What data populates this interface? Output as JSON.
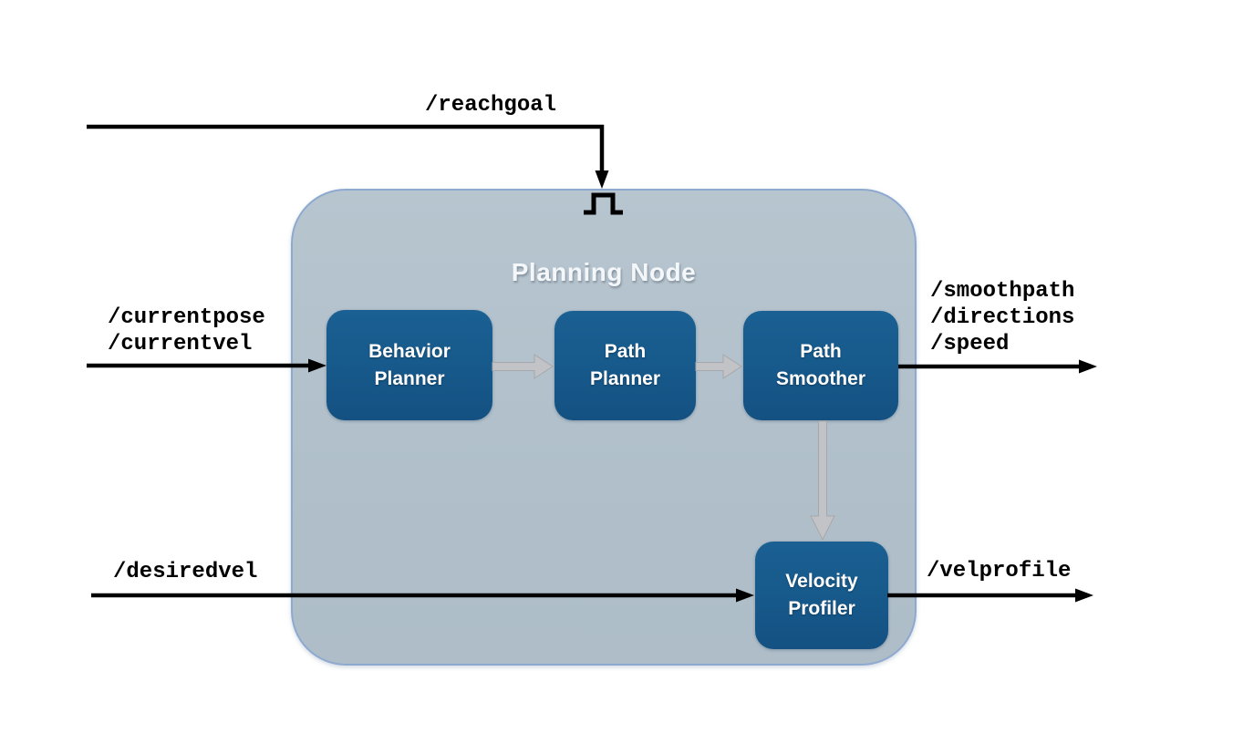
{
  "diagram": {
    "title": "Planning Node",
    "blocks": [
      {
        "id": "behavior-planner",
        "label": "Behavior\nPlanner"
      },
      {
        "id": "path-planner",
        "label": "Path\nPlanner"
      },
      {
        "id": "path-smoother",
        "label": "Path\nSmoother"
      },
      {
        "id": "velocity-profiler",
        "label": "Velocity\nProfiler"
      }
    ],
    "topic_labels": {
      "reachgoal": "/reachgoal",
      "pose_vel_inputs": "/currentpose\n/currentvel",
      "path_outputs": "/smoothpath\n/directions\n/speed",
      "desiredvel": "/desiredvel",
      "velprofile": "/velprofile"
    },
    "icons": {
      "pulse_signal": "square-pulse-icon"
    },
    "colors": {
      "container_fill": "#b2c1cc",
      "container_border": "#8ea9d0",
      "block_fill": "#175a8c",
      "block_text": "#ffffff",
      "title_text": "#f4f7f9",
      "flow_arrow_gray": "#c2c3c7",
      "flow_arrow_gray_edge": "#a6a7ab",
      "topic_arrow_black": "#000000"
    }
  }
}
